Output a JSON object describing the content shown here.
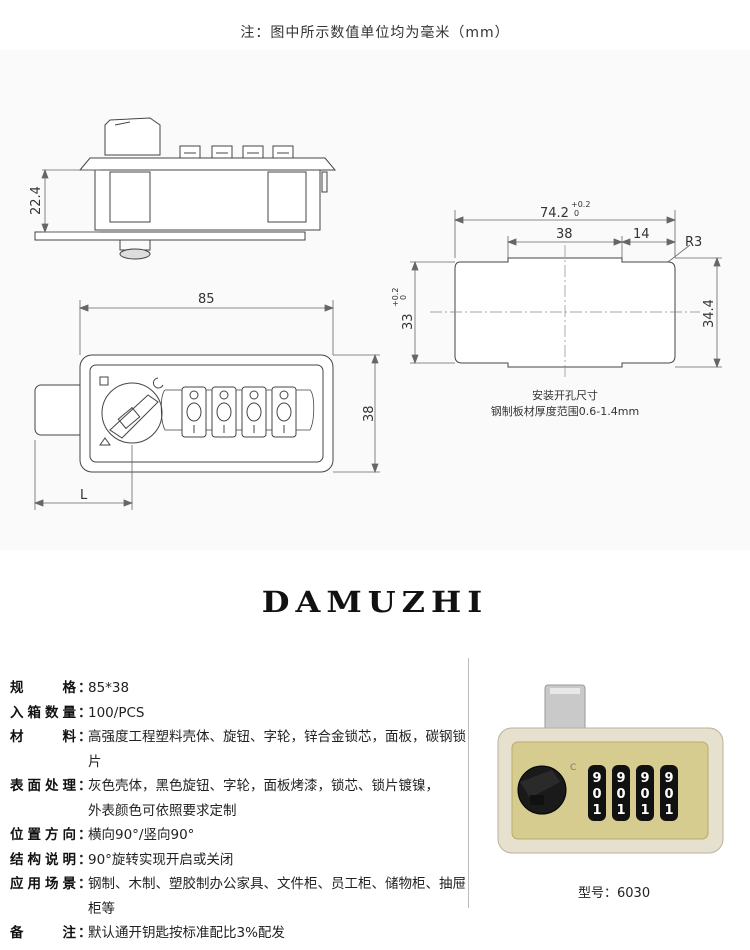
{
  "header_note": "注：图中所示数值单位均为毫米（mm）",
  "dimensions": {
    "height_side": "22.4",
    "width_front": "85",
    "height_front": "38",
    "left_L": "L",
    "cutout_width": "74.2",
    "cutout_width_tol_top": "+0.2",
    "cutout_width_tol_bottom": "0",
    "cutout_inner": "38",
    "cutout_right": "14",
    "cutout_radius": "R3",
    "cutout_height": "33",
    "cutout_height_tol_top": "+0.2",
    "cutout_height_tol_bottom": "0",
    "cutout_height_right": "34.4"
  },
  "cutout_caption": [
    "安装开孔尺寸",
    "钢制板材厚度范围0.6-1.4mm"
  ],
  "brand": "DAMUZHI",
  "specs": [
    {
      "key": "规格",
      "value": "85*38"
    },
    {
      "key": "入箱数量",
      "value": "100/PCS"
    },
    {
      "key": "材料",
      "value": "高强度工程塑料壳体、旋钮、字轮，锌合金锁芯，面板，碳钢锁片"
    },
    {
      "key": "表面处理",
      "value": "灰色壳体，黑色旋钮、字轮，面板烤漆，锁芯、锁片镀镍，"
    },
    {
      "key": "",
      "value": "外表颜色可依照要求定制"
    },
    {
      "key": "位置方向",
      "value": "横向90°/竖向90°"
    },
    {
      "key": "结构说明",
      "value": "90°旋转实现开启或关闭"
    },
    {
      "key": "应用场景",
      "value": "钢制、木制、塑胶制办公家具、文件柜、员工柜、储物柜、抽屉柜等"
    },
    {
      "key": "备注",
      "value": "默认通开钥匙按标准配比3%配发"
    }
  ],
  "dial_digits": [
    [
      "9",
      "0",
      "1"
    ],
    [
      "9",
      "0",
      "1"
    ],
    [
      "9",
      "0",
      "1"
    ],
    [
      "9",
      "0",
      "1"
    ]
  ],
  "model_label": "型号：6030",
  "colors": {
    "lock_body": "#e6e0cf",
    "panel": "#d6cc8f",
    "knob": "#1a1a1a",
    "line": "#444444"
  }
}
